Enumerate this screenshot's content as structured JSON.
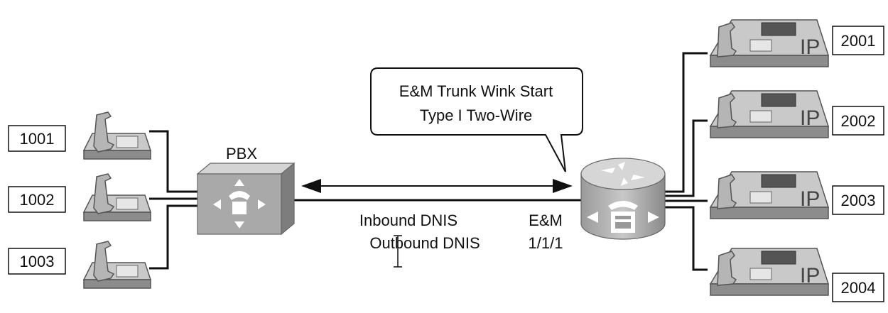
{
  "pbx": {
    "label": "PBX"
  },
  "analog_extensions": [
    "1001",
    "1002",
    "1003"
  ],
  "ip_extensions": [
    "2001",
    "2002",
    "2003",
    "2004"
  ],
  "ip_phone_text": "IP",
  "callout": {
    "line1": "E&M Trunk Wink Start",
    "line2": "Type I Two-Wire"
  },
  "trunk": {
    "line1": "Inbound DNIS",
    "line2": "Outbound DNIS"
  },
  "port": {
    "line1": "E&M",
    "line2": "1/1/1"
  },
  "colors": {
    "device": "#a9a9a9",
    "device_dark": "#7d7d7d",
    "device_light": "#d4d4d4",
    "line": "#111111"
  }
}
